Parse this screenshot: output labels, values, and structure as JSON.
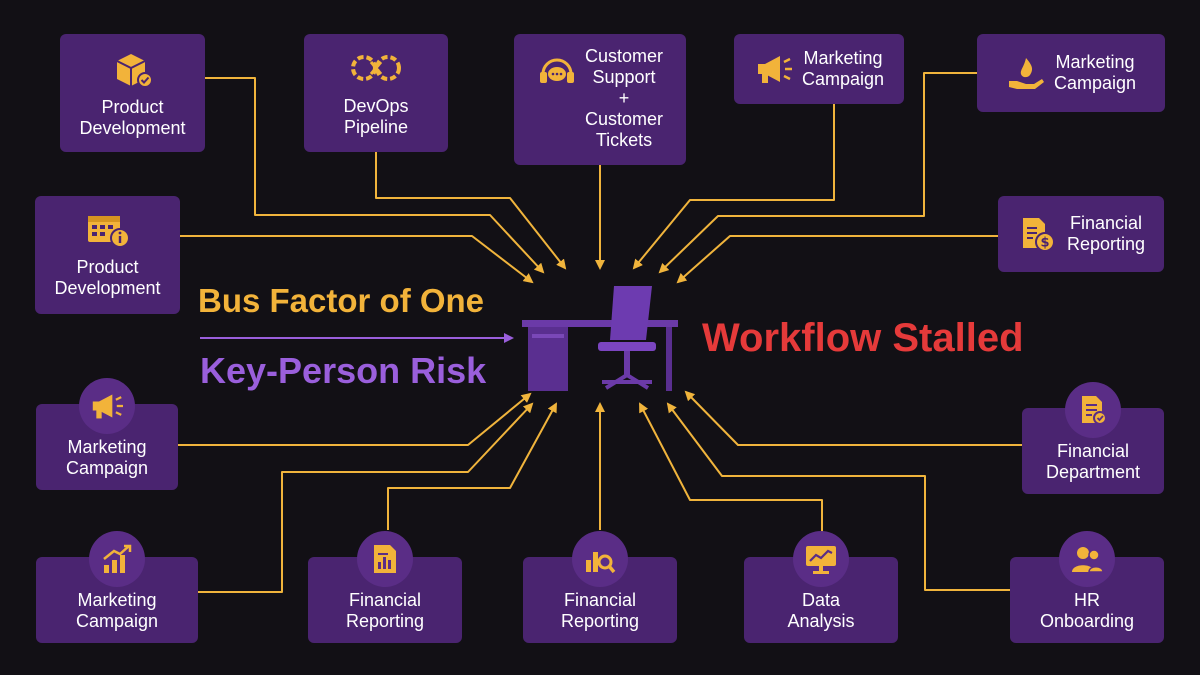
{
  "colors": {
    "background": "#121015",
    "node_fill": "#4a2470",
    "badge_fill": "#5a2d86",
    "accent_orange": "#f2b33a",
    "accent_purple": "#9a5fdc",
    "alert_red": "#e53a3a",
    "wire": "#f0b43c"
  },
  "center": {
    "left_title_top": "Bus Factor of One",
    "left_title_bottom": "Key-Person Risk",
    "right_title": "Workflow Stalled",
    "icon": "empty-desk-chair-icon"
  },
  "nodes": [
    {
      "id": "top-1",
      "label": "Product\nDevelopment",
      "icon": "package-check-icon"
    },
    {
      "id": "top-2",
      "label": "DevOps\nPipeline",
      "icon": "infinity-gears-icon"
    },
    {
      "id": "top-3",
      "label": "Customer\nSupport\n+\nCustomer\nTickets",
      "icon": "headset-chat-icon"
    },
    {
      "id": "top-4",
      "label": "Marketing\nCampaign",
      "icon": "megaphone-icon"
    },
    {
      "id": "top-5",
      "label": "Marketing\nCampaign",
      "icon": "hand-flame-icon"
    },
    {
      "id": "left-1",
      "label": "Product\nDevelopment",
      "icon": "calendar-info-icon"
    },
    {
      "id": "right-1",
      "label": "Financial\nReporting",
      "icon": "invoice-dollar-icon"
    },
    {
      "id": "left-2",
      "label": "Marketing\nCampaign",
      "icon": "megaphone-icon"
    },
    {
      "id": "right-2",
      "label": "Financial\nDepartment",
      "icon": "document-check-icon"
    },
    {
      "id": "bottom-1",
      "label": "Marketing\nCampaign",
      "icon": "growth-chart-icon"
    },
    {
      "id": "bottom-2",
      "label": "Financial\nReporting",
      "icon": "report-chart-icon"
    },
    {
      "id": "bottom-3",
      "label": "Financial\nReporting",
      "icon": "chart-magnifier-icon"
    },
    {
      "id": "bottom-4",
      "label": "Data\nAnalysis",
      "icon": "monitor-chart-icon"
    },
    {
      "id": "bottom-5",
      "label": "HR\nOnboarding",
      "icon": "users-icon"
    }
  ]
}
